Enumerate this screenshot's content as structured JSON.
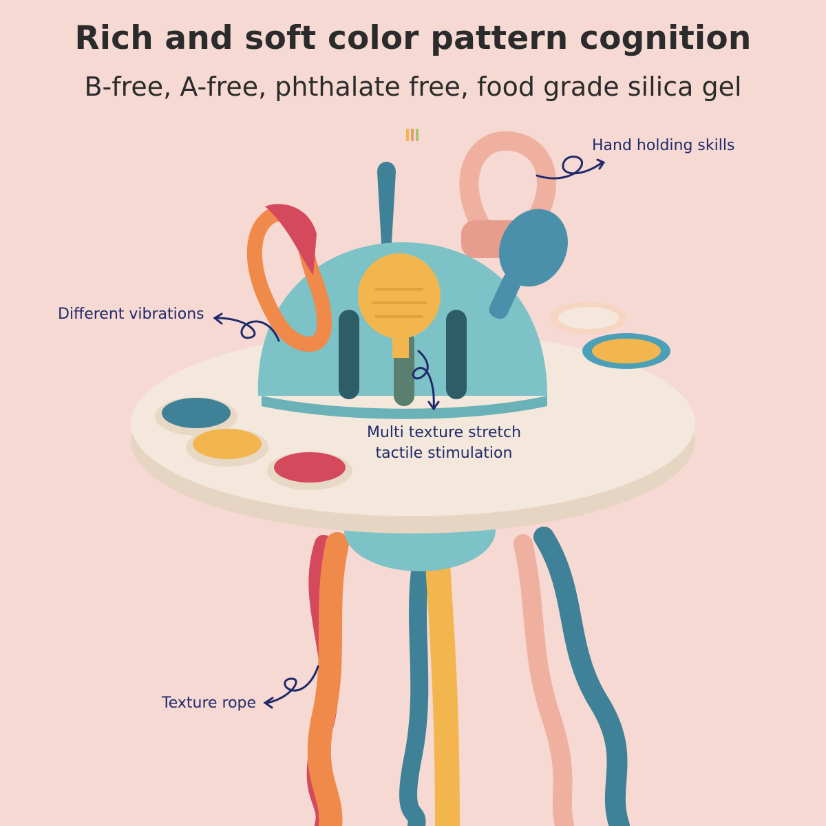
{
  "header": {
    "title": "Rich and soft color pattern cognition",
    "subtitle": "B-free, A-free, phthalate free, food grade silica gel"
  },
  "callouts": {
    "hand": "Hand holding skills",
    "vibrations": "Different vibrations",
    "multi_line1": "Multi texture stretch",
    "multi_line2": "tactile stimulation",
    "rope": "Texture rope"
  },
  "colors": {
    "background": "#f6d9d3",
    "text": "#2b2b2b",
    "callout_text": "#1f2a6b",
    "disc": "#f2e6d8",
    "dome": "#7cc2c6",
    "orange": "#f08a4b",
    "yellow": "#f3b64e",
    "teal": "#3f8196",
    "red": "#d5495c",
    "pink": "#f0b0a0"
  }
}
